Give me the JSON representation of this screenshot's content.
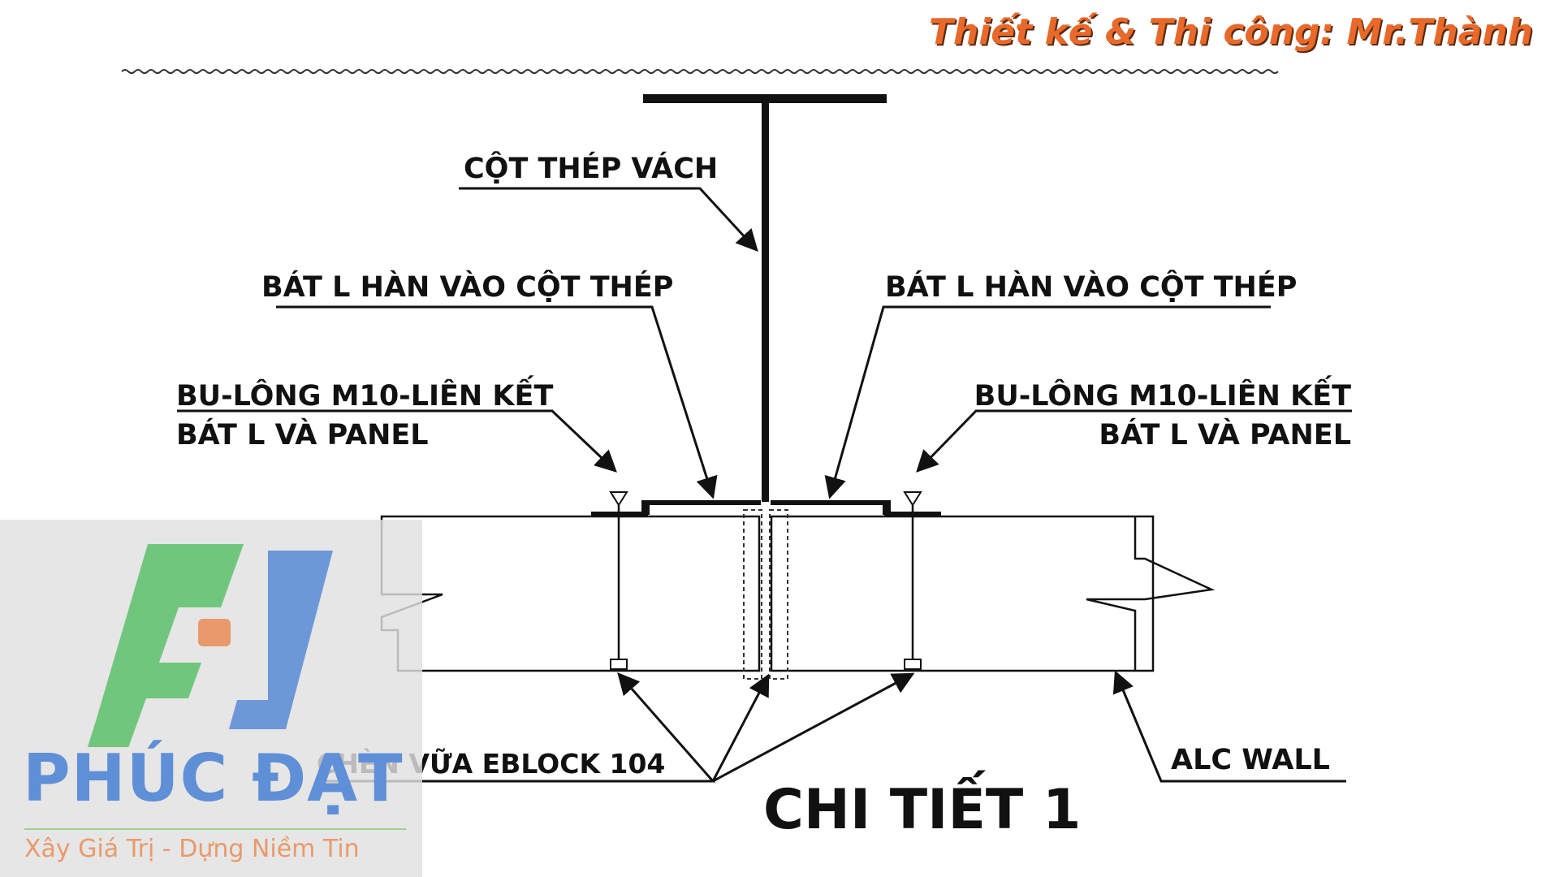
{
  "credit": "Thiết kế & Thi công: Mr.Thành",
  "diagram": {
    "title": "CHI TIẾT 1",
    "labels": {
      "steel_column": "CỘT THÉP VÁCH",
      "bracket_left": "BÁT L HÀN VÀO CỘT THÉP",
      "bracket_right": "BÁT L HÀN VÀO CỘT THÉP",
      "bolt_left_line1": "BU-LÔNG M10-LIÊN KẾT",
      "bolt_left_line2": "BÁT L VÀ PANEL",
      "bolt_right_line1": "BU-LÔNG M10-LIÊN KẾT",
      "bolt_right_line2": "BÁT L VÀ PANEL",
      "mortar": "CHÈN VỮA EBLOCK 104",
      "wall": "ALC WALL"
    }
  },
  "brand": {
    "name": "PHÚC ĐẠT",
    "slogan": "Xây Giá Trị - Dựng Niềm Tin",
    "colors": {
      "green": "#5cbf6a",
      "blue": "#5f8fd6",
      "orange": "#e8692a"
    }
  }
}
